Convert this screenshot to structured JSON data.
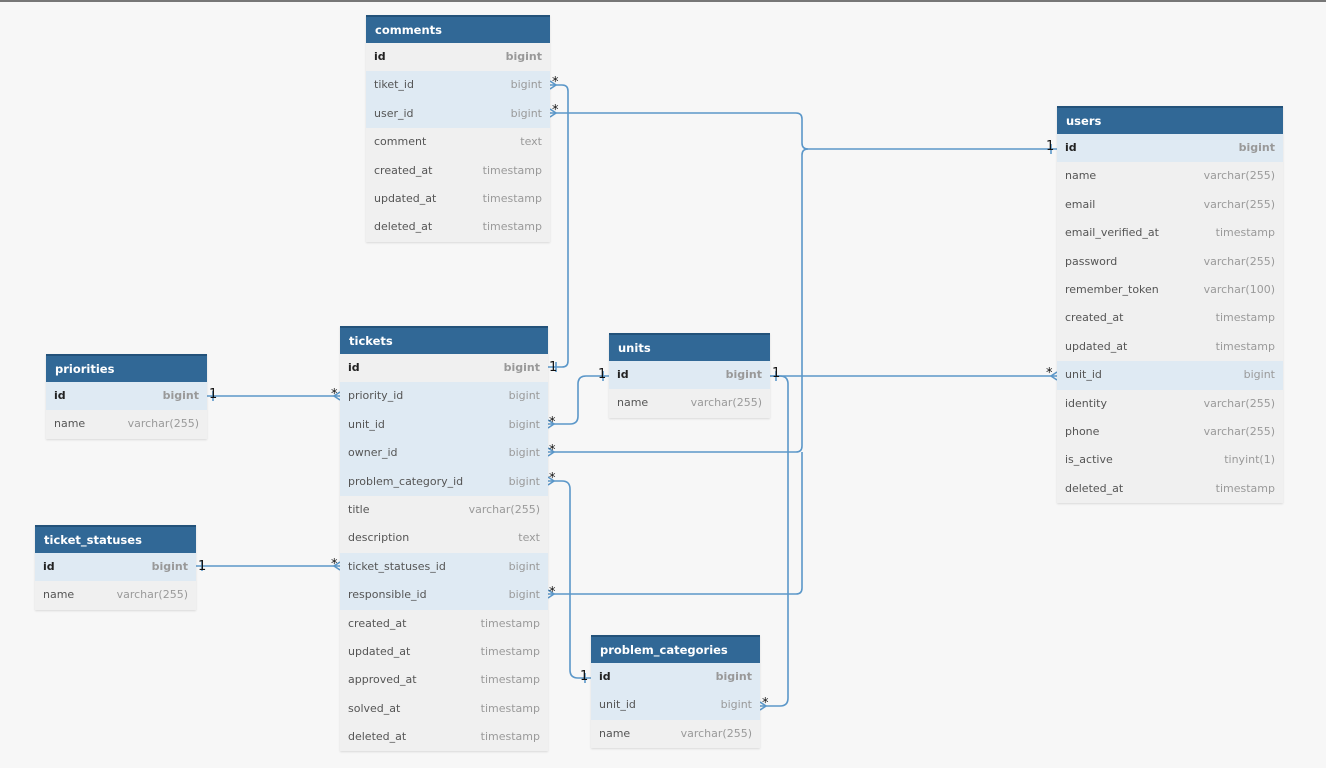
{
  "tables": {
    "comments": {
      "name": "comments",
      "fields": [
        {
          "name": "id",
          "type": "bigint",
          "pk": true,
          "hl": false
        },
        {
          "name": "tiket_id",
          "type": "bigint",
          "hl": true
        },
        {
          "name": "user_id",
          "type": "bigint",
          "hl": true
        },
        {
          "name": "comment",
          "type": "text"
        },
        {
          "name": "created_at",
          "type": "timestamp"
        },
        {
          "name": "updated_at",
          "type": "timestamp"
        },
        {
          "name": "deleted_at",
          "type": "timestamp"
        }
      ]
    },
    "users": {
      "name": "users",
      "fields": [
        {
          "name": "id",
          "type": "bigint",
          "pk": true,
          "hl": true
        },
        {
          "name": "name",
          "type": "varchar(255)"
        },
        {
          "name": "email",
          "type": "varchar(255)"
        },
        {
          "name": "email_verified_at",
          "type": "timestamp"
        },
        {
          "name": "password",
          "type": "varchar(255)"
        },
        {
          "name": "remember_token",
          "type": "varchar(100)"
        },
        {
          "name": "created_at",
          "type": "timestamp"
        },
        {
          "name": "updated_at",
          "type": "timestamp"
        },
        {
          "name": "unit_id",
          "type": "bigint",
          "hl": true
        },
        {
          "name": "identity",
          "type": "varchar(255)"
        },
        {
          "name": "phone",
          "type": "varchar(255)"
        },
        {
          "name": "is_active",
          "type": "tinyint(1)"
        },
        {
          "name": "deleted_at",
          "type": "timestamp"
        }
      ]
    },
    "priorities": {
      "name": "priorities",
      "fields": [
        {
          "name": "id",
          "type": "bigint",
          "pk": true,
          "hl": true
        },
        {
          "name": "name",
          "type": "varchar(255)"
        }
      ]
    },
    "tickets": {
      "name": "tickets",
      "fields": [
        {
          "name": "id",
          "type": "bigint",
          "pk": true,
          "hl": false
        },
        {
          "name": "priority_id",
          "type": "bigint",
          "hl": true
        },
        {
          "name": "unit_id",
          "type": "bigint",
          "hl": true
        },
        {
          "name": "owner_id",
          "type": "bigint",
          "hl": true
        },
        {
          "name": "problem_category_id",
          "type": "bigint",
          "hl": true
        },
        {
          "name": "title",
          "type": "varchar(255)"
        },
        {
          "name": "description",
          "type": "text"
        },
        {
          "name": "ticket_statuses_id",
          "type": "bigint",
          "hl": true
        },
        {
          "name": "responsible_id",
          "type": "bigint",
          "hl": true
        },
        {
          "name": "created_at",
          "type": "timestamp"
        },
        {
          "name": "updated_at",
          "type": "timestamp"
        },
        {
          "name": "approved_at",
          "type": "timestamp"
        },
        {
          "name": "solved_at",
          "type": "timestamp"
        },
        {
          "name": "deleted_at",
          "type": "timestamp"
        }
      ]
    },
    "units": {
      "name": "units",
      "fields": [
        {
          "name": "id",
          "type": "bigint",
          "pk": true,
          "hl": true
        },
        {
          "name": "name",
          "type": "varchar(255)"
        }
      ]
    },
    "ticket_statuses": {
      "name": "ticket_statuses",
      "fields": [
        {
          "name": "id",
          "type": "bigint",
          "pk": true,
          "hl": true
        },
        {
          "name": "name",
          "type": "varchar(255)"
        }
      ]
    },
    "problem_categories": {
      "name": "problem_categories",
      "fields": [
        {
          "name": "id",
          "type": "bigint",
          "pk": true,
          "hl": true
        },
        {
          "name": "unit_id",
          "type": "bigint",
          "hl": true
        },
        {
          "name": "name",
          "type": "varchar(255)"
        }
      ]
    }
  },
  "relationships": [
    {
      "from": "comments.tiket_id",
      "to": "tickets.id",
      "from_card": "*",
      "to_card": "1"
    },
    {
      "from": "comments.user_id",
      "to": "users.id",
      "from_card": "*",
      "to_card": "1"
    },
    {
      "from": "tickets.priority_id",
      "to": "priorities.id",
      "from_card": "*",
      "to_card": "1"
    },
    {
      "from": "tickets.unit_id",
      "to": "units.id",
      "from_card": "*",
      "to_card": "1"
    },
    {
      "from": "tickets.owner_id",
      "to": "users.id",
      "from_card": "*",
      "to_card": "1"
    },
    {
      "from": "tickets.problem_category_id",
      "to": "problem_categories.id",
      "from_card": "*",
      "to_card": "1"
    },
    {
      "from": "tickets.ticket_statuses_id",
      "to": "ticket_statuses.id",
      "from_card": "*",
      "to_card": "1"
    },
    {
      "from": "tickets.responsible_id",
      "to": "users.id",
      "from_card": "*",
      "to_card": "1"
    },
    {
      "from": "users.unit_id",
      "to": "units.id",
      "from_card": "*",
      "to_card": "1"
    },
    {
      "from": "problem_categories.unit_id",
      "to": "units.id",
      "from_card": "*",
      "to_card": "1"
    }
  ],
  "colors": {
    "header": "#316896",
    "link": "#5b97c9",
    "highlight": "#dfeaf3"
  }
}
